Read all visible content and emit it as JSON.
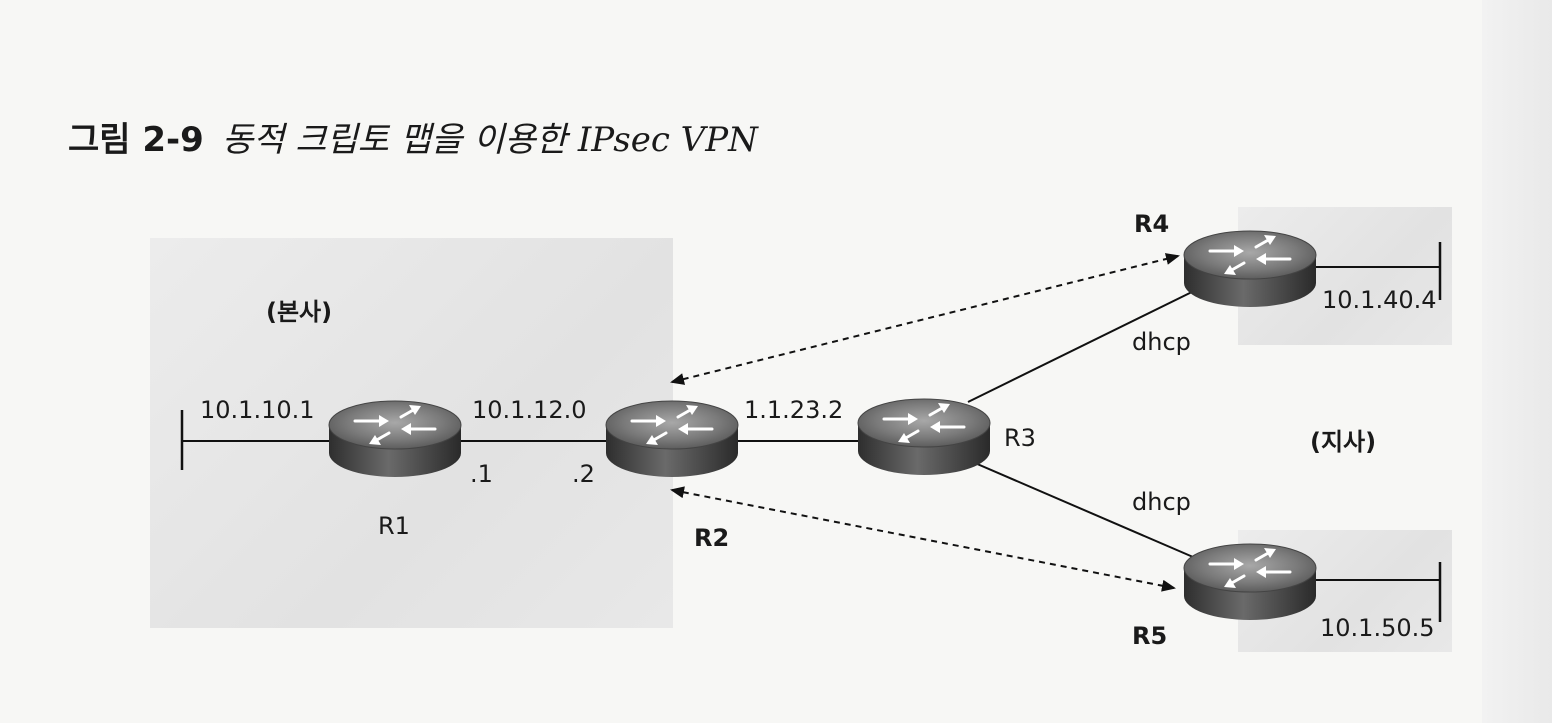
{
  "caption": {
    "number": "그림 2-9",
    "title": "동적 크립토 맵을 이용한 IPsec VPN"
  },
  "sites": {
    "hq": "(본사)",
    "branch": "(지사)"
  },
  "routers": {
    "r1": "R1",
    "r2": "R2",
    "r3": "R3",
    "r4": "R4",
    "r5": "R5"
  },
  "labels": {
    "r1_lan": "10.1.10.1",
    "r1_r2_net": "10.1.12.0",
    "r1_if": ".1",
    "r2_if": ".2",
    "r2_wan": "1.1.23.2",
    "r3_r4_link": "dhcp",
    "r3_r5_link": "dhcp",
    "r4_lan": "10.1.40.4",
    "r5_lan": "10.1.50.5"
  },
  "colors": {
    "router_body": "#4a4a4a",
    "router_top": "#8a8a8a",
    "line": "#111111"
  }
}
